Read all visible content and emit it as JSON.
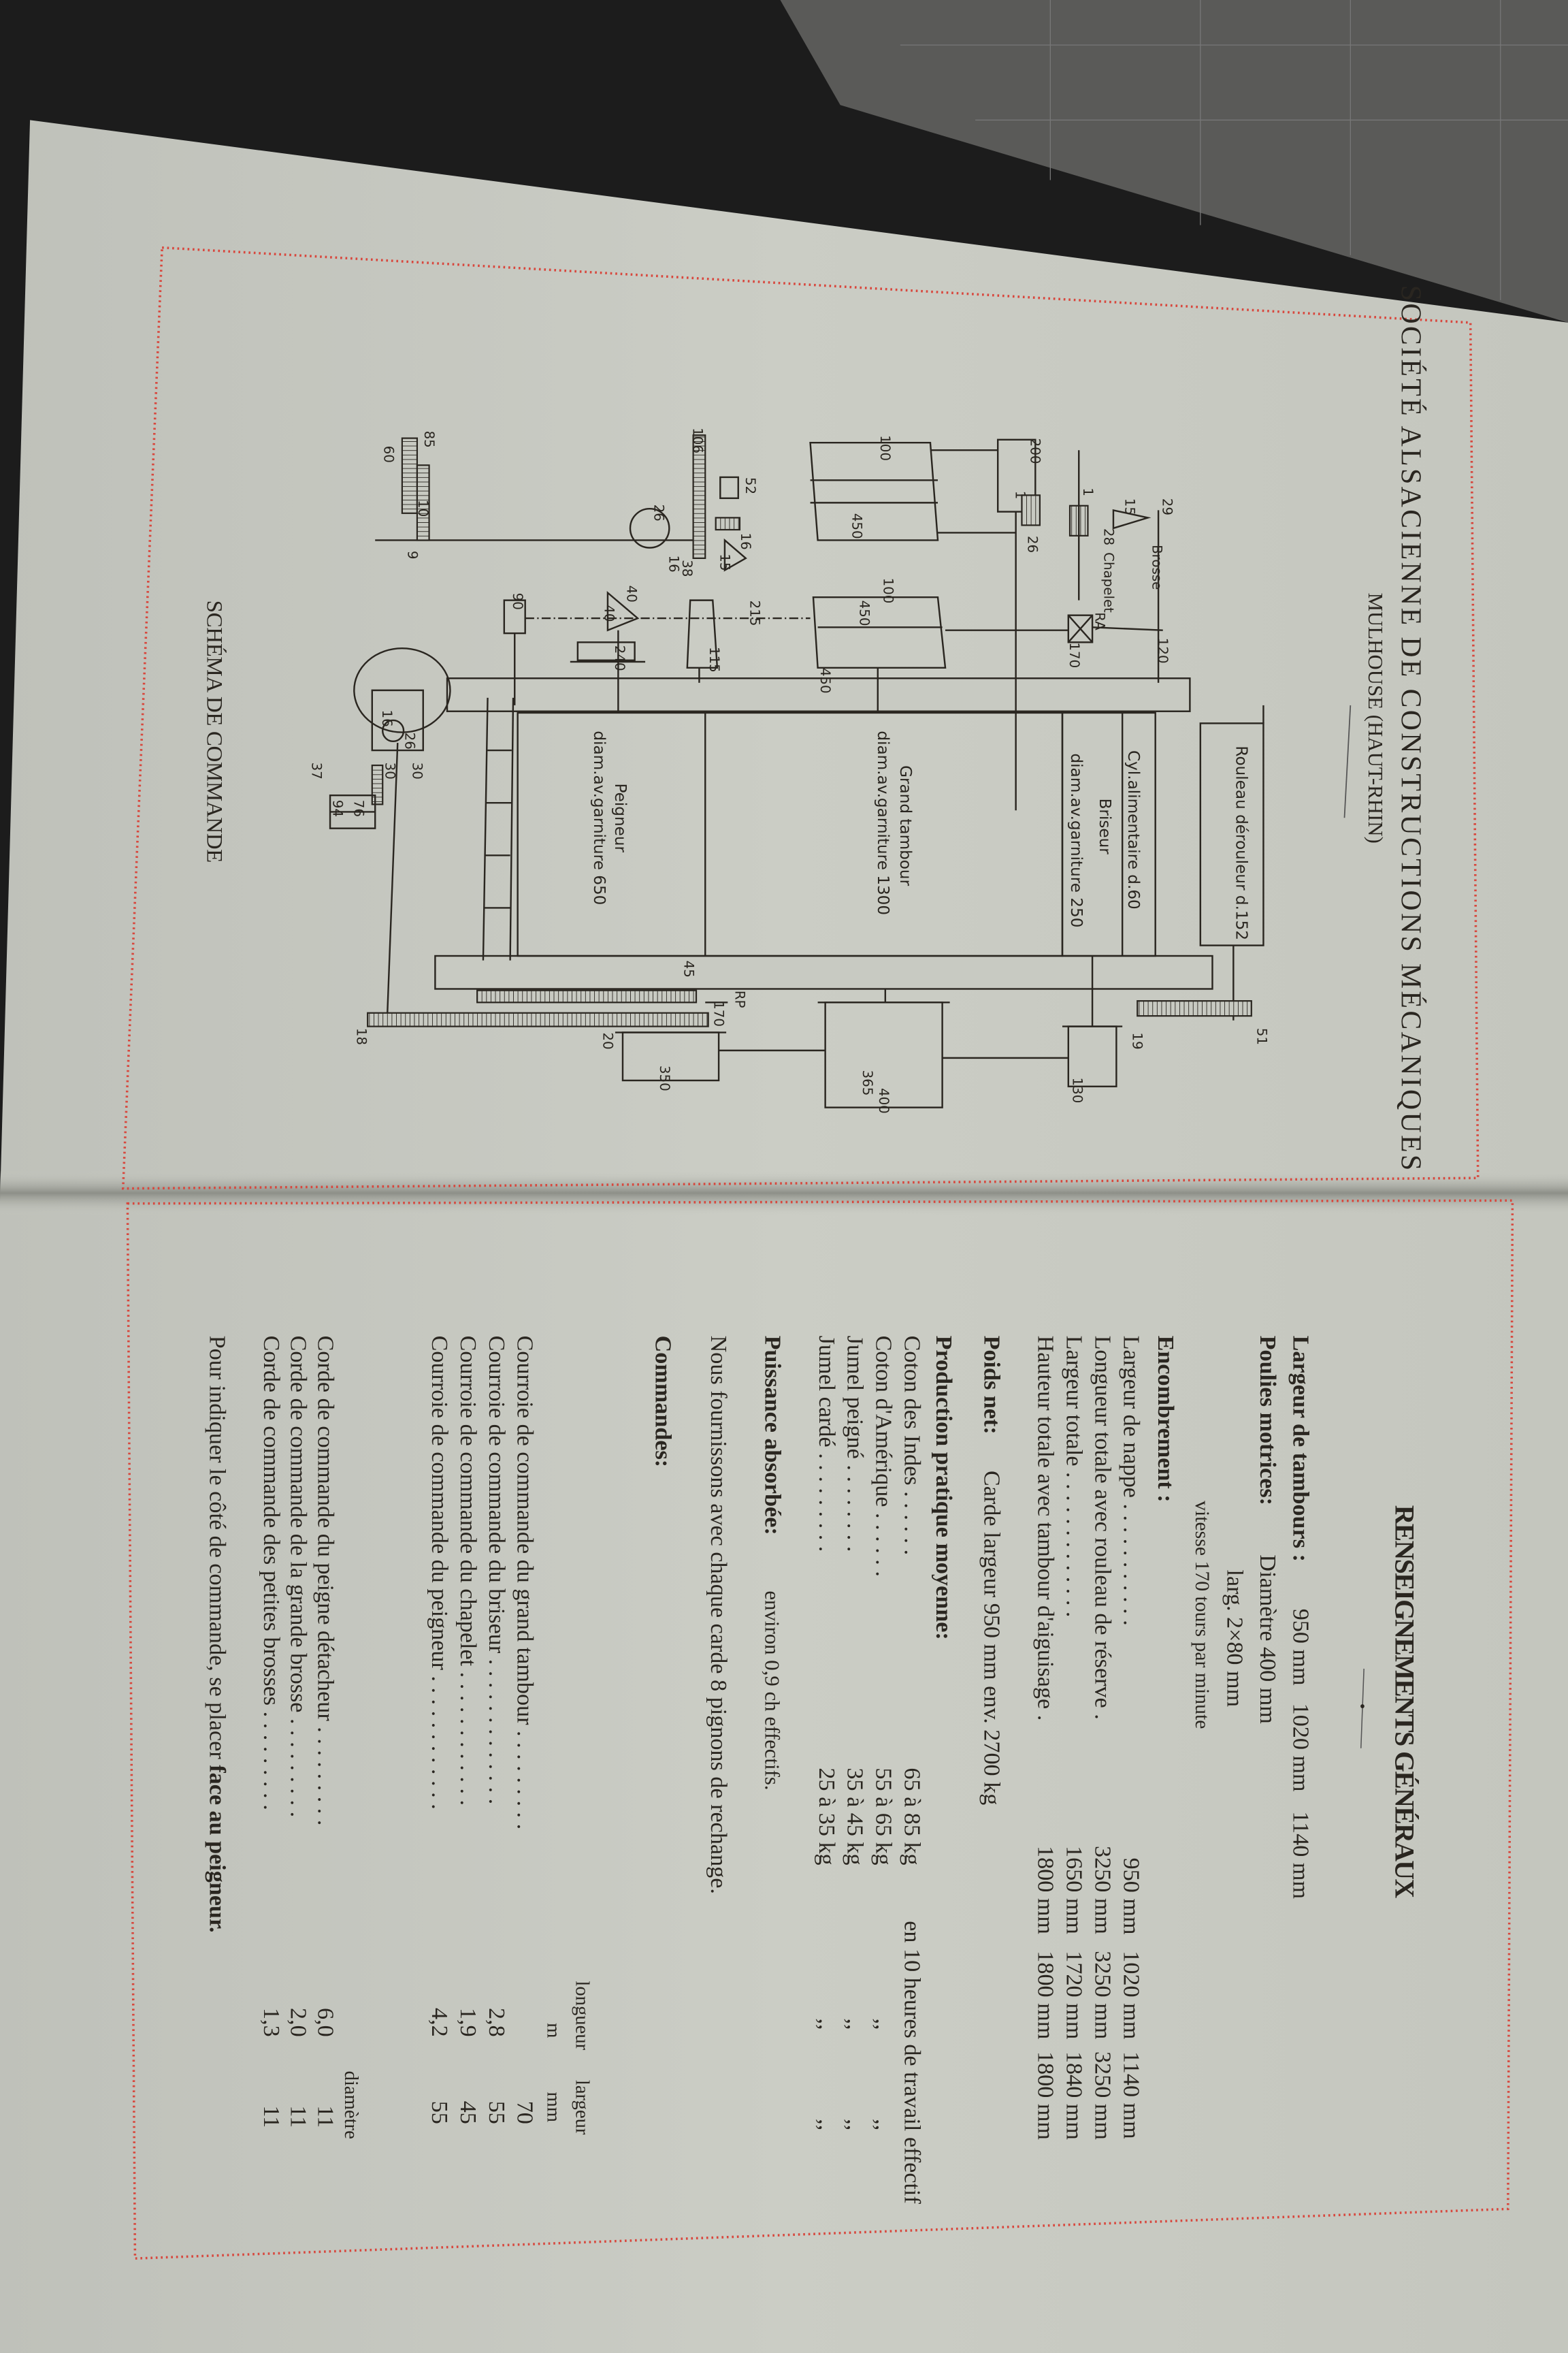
{
  "left_page": {
    "company": "SOCIÉTÉ ALSACIENNE DE CONSTRUCTIONS MÉCANIQUES",
    "city": "MULHOUSE (HAUT-RHIN)",
    "caption": "SCHÉMA DE COMMANDE",
    "diagram": {
      "rouleau": "Rouleau dérouleur d.152",
      "cyl": "Cyl.alimentaire d.60",
      "briseur": "Briseur",
      "briseur_diam": "diam.av.garniture 250",
      "tambour": "Grand tambour",
      "tambour_diam": "diam.av.garniture 1300",
      "peigneur": "Peigneur",
      "peigneur_diam": "diam.av.garniture 650",
      "brosse": "Brosse",
      "chapelet": "Chapelet",
      "ra": "RA",
      "rp": "RP",
      "n200": "200",
      "n100a": "100",
      "n450a": "450",
      "n100b": "100",
      "n450b": "450",
      "n450c": "450",
      "n215": "215",
      "n115": "115",
      "n240": "240",
      "n90": "90",
      "n170a": "170",
      "n120": "120",
      "n29": "29",
      "n15a": "15",
      "n1a": "1",
      "n1b": "1",
      "n28": "28",
      "n26a": "26",
      "n52": "52",
      "n16a": "16",
      "n15b": "15",
      "n106": "106",
      "n38": "38",
      "n26b": "26",
      "n16b": "16",
      "n40a": "40",
      "n40b": "40",
      "n85": "85",
      "n60": "60",
      "n10": "10",
      "n9": "9",
      "n16c": "16",
      "n26c": "26",
      "n30a": "30",
      "n30b": "30",
      "n37": "37",
      "n94": "94",
      "n76": "76",
      "n51": "51",
      "n19": "19",
      "n130": "130",
      "n365": "365",
      "n400": "400",
      "n45": "45",
      "n170b": "170",
      "n20": "20",
      "n350": "350",
      "n18": "18"
    }
  },
  "right_page": {
    "title": "RENSEIGNEMENTS GÉNÉRAUX",
    "largeur_tambours": {
      "label": "Largeur de tambours :",
      "values": [
        "950 mm",
        "1020 mm",
        "1140 mm"
      ]
    },
    "poulies": {
      "label": "Poulies motrices:",
      "diametre": "Diamètre 400 mm",
      "larg": "larg. 2×80 mm",
      "vitesse": "vitesse 170 tours par minute"
    },
    "encombrement": {
      "label": "Encombrement :",
      "rows": [
        {
          "label": "Largeur de nappe . . . . . . . . . . .",
          "values": [
            "950 mm",
            "1020 mm",
            "1140 mm"
          ]
        },
        {
          "label": "Longueur totale avec rouleau de réserve .",
          "values": [
            "3250 mm",
            "3250 mm",
            "3250 mm"
          ]
        },
        {
          "label": "Largeur totale . . . . . . . . . . . . .",
          "values": [
            "1650 mm",
            "1720 mm",
            "1840 mm"
          ]
        },
        {
          "label": "Hauteur totale avec tambour d'aiguisage .",
          "values": [
            "1800 mm",
            "1800 mm",
            "1800 mm"
          ]
        }
      ]
    },
    "poids": {
      "label": "Poids net:",
      "value": "Carde largeur 950 mm   env. 2700 kg"
    },
    "production": {
      "label": "Production pratique moyenne:",
      "rows": [
        {
          "label": "Coton des Indes . . . . . .",
          "range": "65  à  85 kg",
          "note": "en 10 heures de travail effectif"
        },
        {
          "label": "Coton d'Amérique . . . . . .",
          "range": "55  à  65 kg",
          "ditto": ",,"
        },
        {
          "label": "Jumel peigné . . . . . . . .",
          "range": "35  à  45 kg",
          "ditto": ",,"
        },
        {
          "label": "Jumel cardé . . . . . . . . .",
          "range": "25  à  35 kg",
          "ditto": ",,"
        }
      ]
    },
    "puissance": {
      "label": "Puissance absorbée:",
      "value": "environ 0,9 ch effectifs."
    },
    "fournissons": "Nous fournissons avec chaque carde 8 pignons de rechange.",
    "commandes": {
      "label": "Commandes:",
      "col_longueur": "longueur",
      "col_longueur_unit": "m",
      "col_largeur": "largeur",
      "col_largeur_unit": "mm",
      "col_diametre": "diamètre",
      "courroies": [
        {
          "label": "Courroie de commande du grand tambour . . . . . . . . .",
          "longueur": "",
          "largeur": "70"
        },
        {
          "label": "Courroie de commande du briseur . . . . . . . . . . . . .",
          "longueur": "2,8",
          "largeur": "55"
        },
        {
          "label": "Courroie de commande du chapelet . . . . . . . . . . . .",
          "longueur": "1,9",
          "largeur": "45"
        },
        {
          "label": "Courroie de commande du peigneur . . . . . . . . . . . .",
          "longueur": "4,2",
          "largeur": "55"
        }
      ],
      "cordes": [
        {
          "label": "Corde de commande du peigne détacheur . . . . . . . . .",
          "longueur": "6,0",
          "diametre": "11"
        },
        {
          "label": "Corde de commande de la grande brosse . . . . . . . . .",
          "longueur": "2,0",
          "diametre": "11"
        },
        {
          "label": "Corde de commande des petites brosses . . . . . . . . .",
          "longueur": "1,3",
          "diametre": "11"
        }
      ]
    },
    "footer_prefix": "Pour indiquer le côté de commande, se placer ",
    "footer_bold": "face au peigneur."
  },
  "colors": {
    "paper": "#c9cbc3",
    "ink": "#2a2620",
    "frame_dots": "#d8473d",
    "background": "#1c1c1c"
  }
}
